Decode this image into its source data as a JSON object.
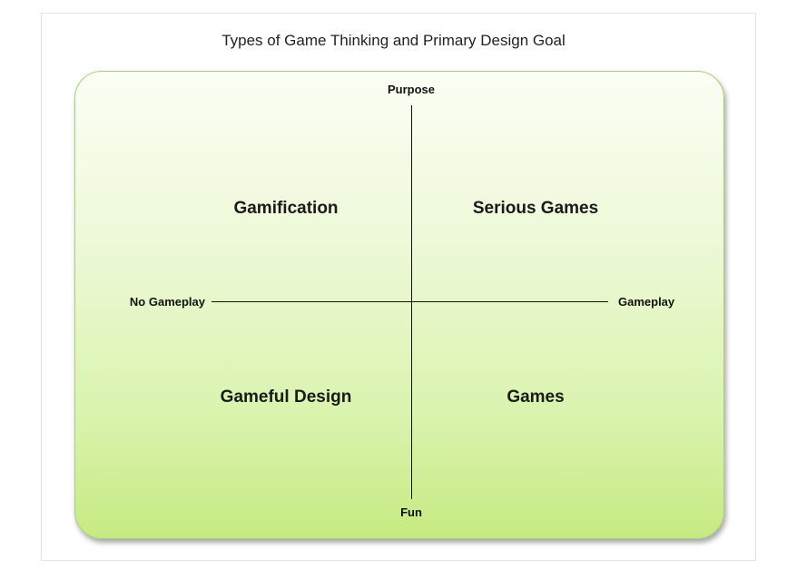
{
  "title": "Types of Game Thinking and Primary Design Goal",
  "axes": {
    "top": "Purpose",
    "bottom": "Fun",
    "left": "No Gameplay",
    "right": "Gameplay"
  },
  "quadrants": {
    "top_left": "Gamification",
    "top_right": "Serious Games",
    "bottom_left": "Gameful Design",
    "bottom_right": "Games"
  },
  "colors": {
    "panel_top": "#fbfff5",
    "panel_bottom": "#c6ea82",
    "panel_border": "#a9cf7a",
    "axis": "#111111"
  }
}
